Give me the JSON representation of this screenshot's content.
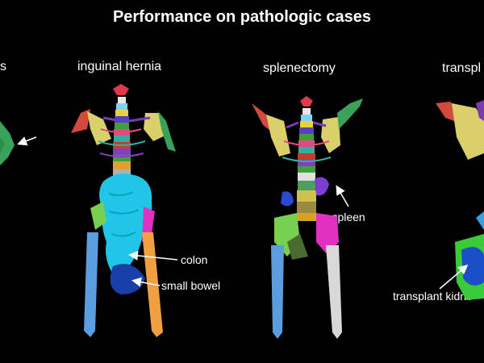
{
  "title": "Performance on pathologic cases",
  "panels": [
    {
      "label": "s"
    },
    {
      "label": "inguinal hernia"
    },
    {
      "label": "splenectomy"
    },
    {
      "label": "transpl"
    }
  ],
  "annotations": {
    "colon": "colon",
    "small_bowel": "small bowel",
    "no_spleen": "no spleen",
    "transplant_kidney": "transplant kidne"
  }
}
